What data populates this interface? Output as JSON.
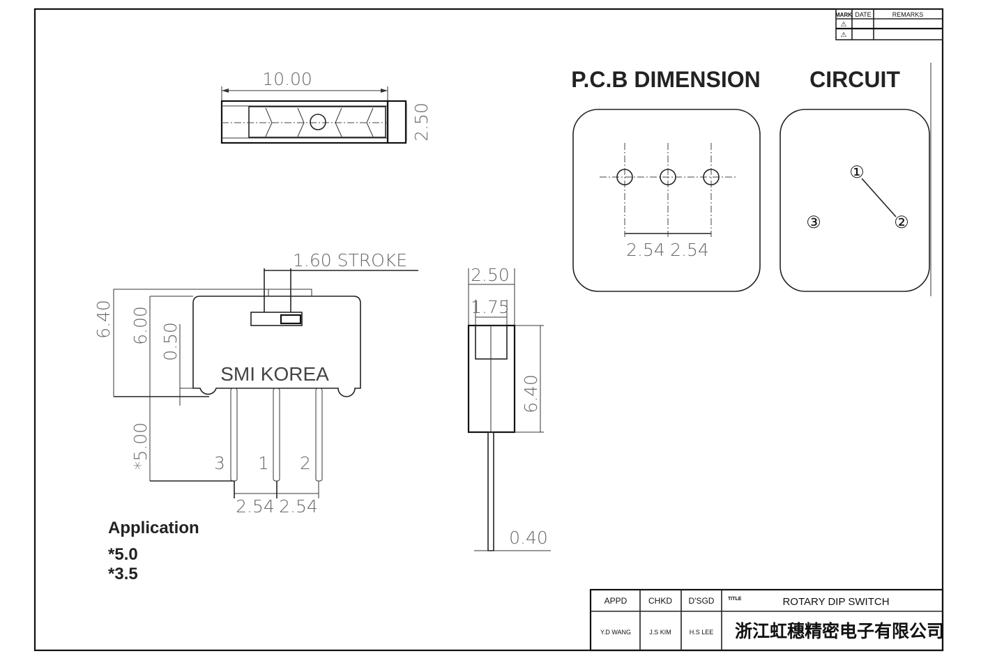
{
  "revision_table": {
    "headers": [
      "MARK",
      "DATE",
      "REMARKS"
    ],
    "rows": [
      [
        "⚠",
        "",
        ""
      ],
      [
        "⚠",
        "",
        ""
      ]
    ]
  },
  "top_view": {
    "width_dim": "10.00",
    "height_dim": "2.50"
  },
  "side_view": {
    "stroke_label": "1.60 STROKE",
    "dim_total_height": "6.40",
    "dim_body_height": "6.00",
    "dim_standoff": "0.50",
    "dim_pin_length": "*5.00",
    "brand": "SMI KOREA",
    "pin_labels": [
      "3",
      "1",
      "2"
    ],
    "pitch_dims": [
      "2.54",
      "2.54"
    ]
  },
  "front_view": {
    "dim_width": "2.50",
    "dim_inner": "1.75",
    "dim_height": "6.40",
    "dim_pin": "0.40"
  },
  "application": {
    "title": "Application",
    "items": [
      "*5.0",
      "*3.5"
    ]
  },
  "pcb": {
    "title": "P.C.B DIMENSION",
    "pitch_dims": [
      "2.54",
      "2.54"
    ]
  },
  "circuit": {
    "title": "CIRCUIT",
    "nodes": [
      "①",
      "②",
      "③"
    ]
  },
  "title_block": {
    "appd_label": "APPD",
    "chkd_label": "CHKD",
    "dsgd_label": "D'SGD",
    "title_label": "TITLE",
    "title": "ROTARY DIP SWITCH",
    "appd": "Y.D WANG",
    "chkd": "J.S KIM",
    "dsgd": "H.S LEE",
    "company": "浙江虹穗精密电子有限公司"
  }
}
